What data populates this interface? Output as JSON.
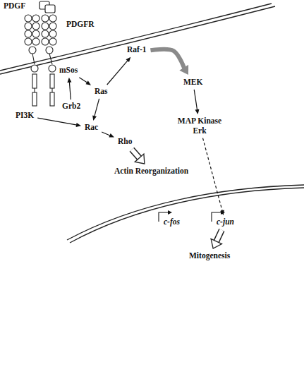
{
  "diagram": {
    "nodes": [
      {
        "text": [
          "PDGF"
        ]
      },
      {
        "text": [
          "PDGFR"
        ]
      },
      {
        "text": [
          "Raf-1"
        ]
      },
      {
        "text": [
          "mSos"
        ]
      },
      {
        "text": [
          "Ras"
        ]
      },
      {
        "text": [
          "Grb2"
        ]
      },
      {
        "text": [
          "PI3K"
        ]
      },
      {
        "text": [
          "MEK"
        ]
      },
      {
        "text": [
          "Rac"
        ]
      },
      {
        "text": [
          "Rho"
        ]
      },
      {
        "text": [
          "MAP Kinase Erk"
        ]
      },
      {
        "text": [
          "Actin Reorganization"
        ]
      },
      {
        "text": [
          "c-fos"
        ]
      },
      {
        "text": [
          "c-jun"
        ]
      },
      {
        "text": [
          "Mitogenesis"
        ]
      }
    ],
    "edges": [
      {
        "from": 5,
        "to": 3,
        "arrow": "to"
      },
      {
        "from": 3,
        "to": 4,
        "arrow": "to"
      },
      {
        "from": 4,
        "to": 2,
        "arrow": "to"
      },
      {
        "from": 2,
        "to": 7,
        "arrow": "to"
      },
      {
        "from": 7,
        "to": 10,
        "arrow": "to"
      },
      {
        "from": 4,
        "to": 8,
        "arrow": "to"
      },
      {
        "from": 6,
        "to": 8,
        "arrow": "to"
      },
      {
        "from": 8,
        "to": 9,
        "arrow": "to"
      },
      {
        "from": 9,
        "to": 11,
        "arrow": "to"
      },
      {
        "from": 10,
        "to": 13,
        "arrow": "to"
      },
      {
        "from": 13,
        "to": 14,
        "arrow": "to"
      }
    ]
  }
}
